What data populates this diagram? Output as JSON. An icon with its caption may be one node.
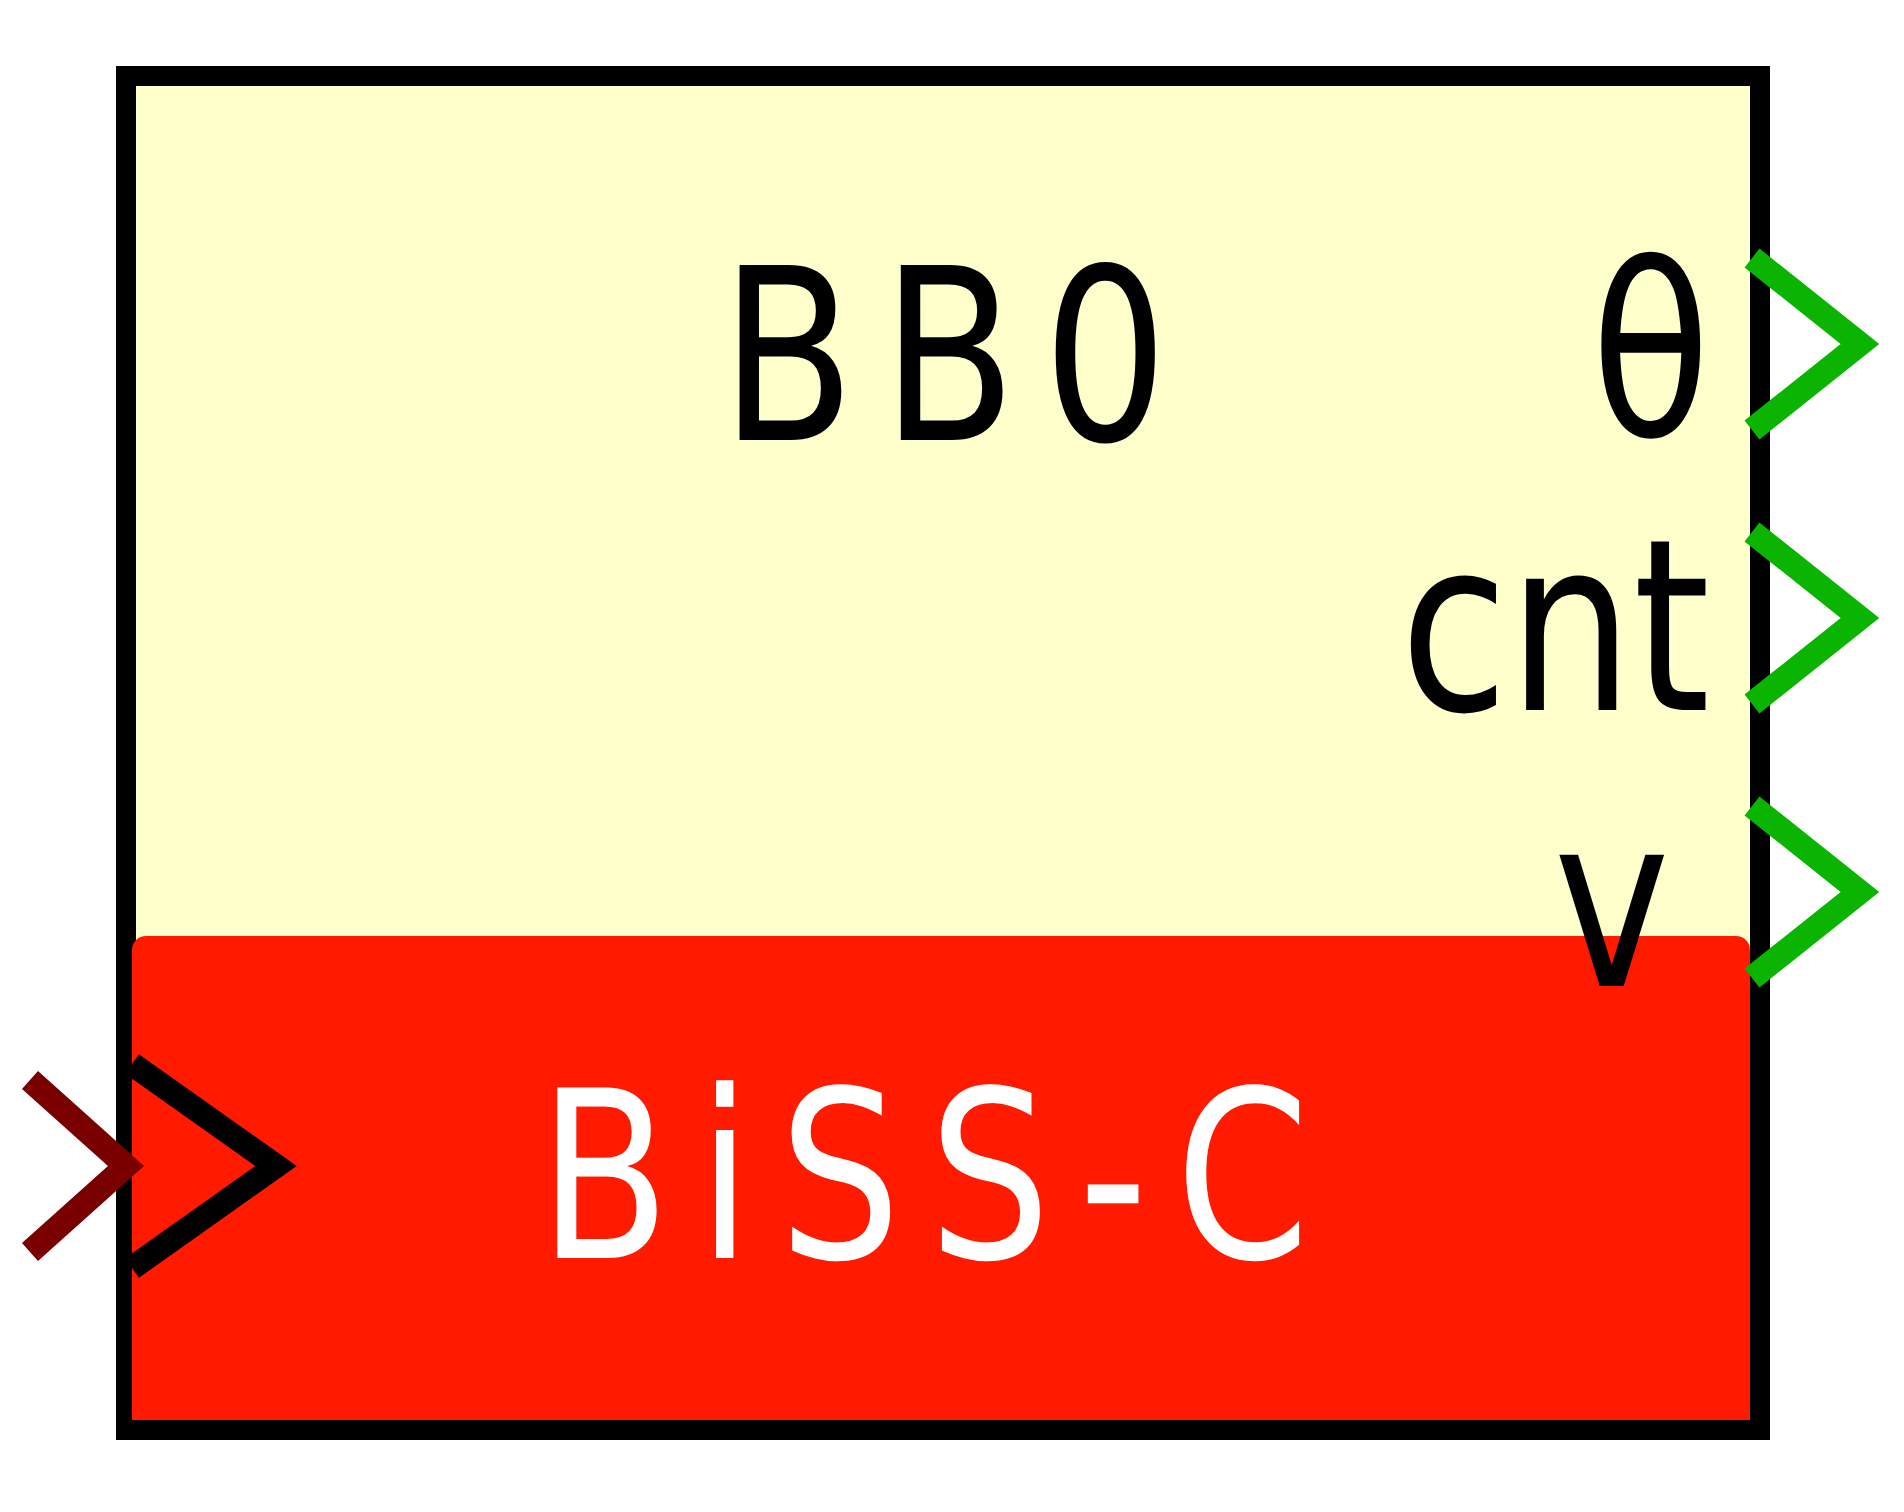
{
  "diagram": {
    "nodes": [
      {
        "text": [
          "BB0"
        ]
      },
      {
        "text": [
          "BiSS-C"
        ],
        "in": 0
      }
    ],
    "labels": [
      "θ",
      "cnt",
      "v"
    ]
  }
}
